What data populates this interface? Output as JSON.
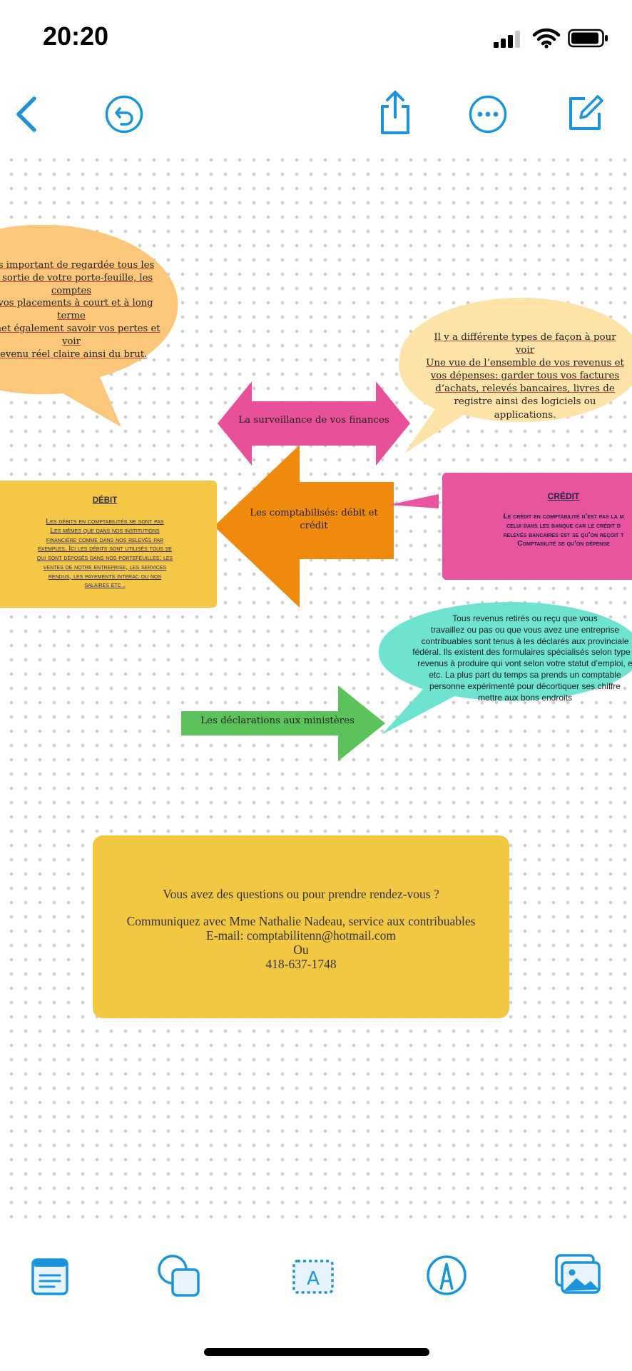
{
  "status": {
    "time": "20:20"
  },
  "toolbar": {
    "icons": [
      "back-icon",
      "undo-icon",
      "share-icon",
      "more-icon",
      "compose-icon"
    ],
    "accent": "#1a95dc"
  },
  "board": {
    "bubble_left": {
      "lines": [
        "rès important de regardée tous les",
        "et sortie de votre porte-feuille, les",
        "comptes",
        "e vos placements  à court et à long",
        "terme",
        "ermet également savoir vos pertes et",
        "voir",
        "revenu réel claire ainsi du brut."
      ],
      "color": "#fbc77a"
    },
    "arrow_surveillance": {
      "label": "La surveillance de vos finances",
      "color": "#e8519a"
    },
    "bubble_right": {
      "lines": [
        "Il y a différente types de façon à pour",
        "voir",
        "Une vue de l’ensemble de vos revenus et",
        "vos dépenses: garder tous vos factures",
        "d’achats, relevés bancaires, livres de",
        "registre ainsi des logiciels ou",
        "applications."
      ],
      "color": "#fde3a7"
    },
    "debit_box": {
      "title": "DÉBIT",
      "lines": [
        "Les débits en comptabilités ne sont pas",
        "Les mêmes que dans nos institutions",
        "financière comme dans nos relevés par",
        "exemples. Ici les débits sont utilisés tous se",
        "qui sont déposés dans nos portefeuilles: les",
        "ventes de notre entreprise, les services",
        "rendus, les payements interac ou nos",
        "salaires etc ."
      ],
      "color": "#f5c747"
    },
    "arrow_comptabilises": {
      "label_line1": "Les comptabilisés: débit et",
      "label_line2": "crédit",
      "color": "#f08a0f"
    },
    "credit_box": {
      "title": "CRÉDIT",
      "lines": [
        "Le crédit en comptabilité n’est pas la m",
        "celui dans les banque car le crédit d",
        "relevés bancaires est se qu’on reçoit t",
        "Comptabilité se qu’on dépense"
      ],
      "color": "#e8559e"
    },
    "bubble_teal": {
      "lines": [
        "Tous revenus retirés ou reçu que vous",
        "travaillez ou pas ou que vous avez une entreprise",
        "contribuables sont tenus à les déclarés aux provinciale",
        "fédéral. Ils existent des formulaires spécialisés selon type d",
        "revenus à produire qui vont selon votre statut d’emploi, e",
        "etc. La plus part du temps sa prends un comptable",
        "personne expérimenté pour décortiquer ses chiffre",
        "mettre aux bons endroits"
      ],
      "color": "#6ee3d0"
    },
    "arrow_declarations": {
      "label": "Les  déclarations aux ministères",
      "color": "#5cc35c"
    },
    "contact": {
      "line1": "Vous avez des questions ou pour prendre rendez-vous ?",
      "line2": "Communiquez avec Mme Nathalie Nadeau, service aux contribuables",
      "line3": "E-mail: comptabilitenn@hotmail.com",
      "line4": "Ou",
      "line5": "418-637-1748"
    }
  },
  "bottom_toolbar": {
    "icons": [
      "notes-icon",
      "shapes-icon",
      "text-box-icon",
      "pen-icon",
      "media-icon"
    ]
  }
}
